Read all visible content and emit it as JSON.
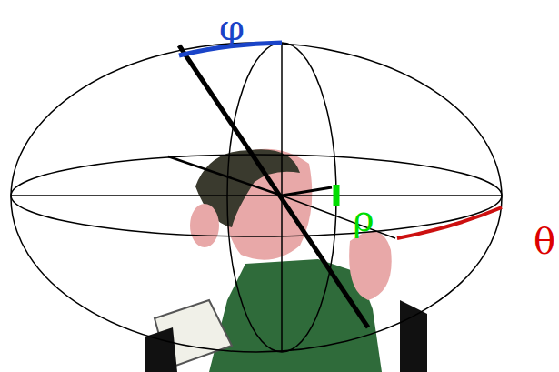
{
  "diagram": {
    "labels": [
      "φ",
      "ρ",
      "θ"
    ]
  }
}
